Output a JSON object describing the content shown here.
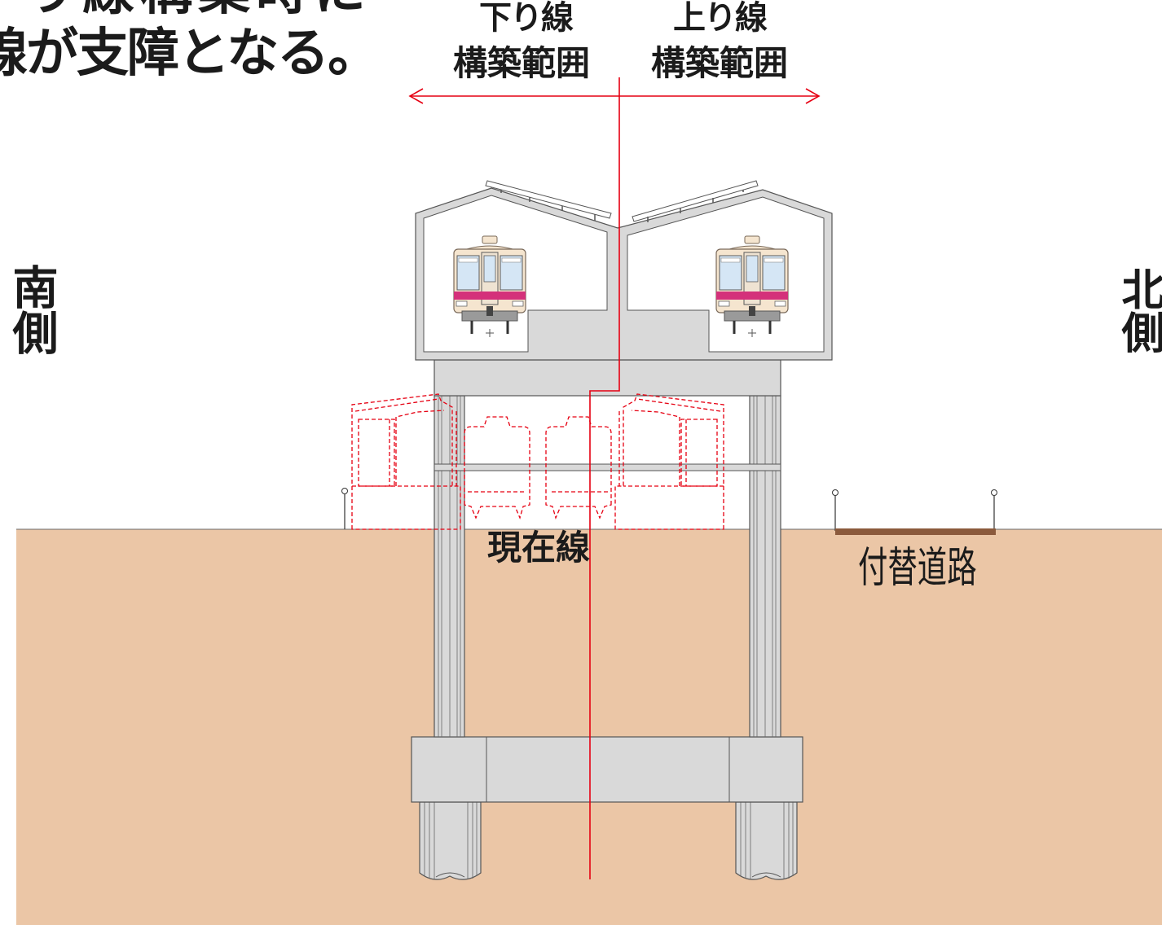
{
  "heading": {
    "line1": "り線構築時に",
    "line2": "線が支障となる。"
  },
  "construction_ranges": {
    "down": {
      "line": "下り線",
      "range": "構築範囲"
    },
    "up": {
      "line": "上り線",
      "range": "構築範囲"
    }
  },
  "sides": {
    "south": "南側",
    "north": "北側"
  },
  "labels": {
    "current_line": "現在線",
    "detour_road": "付替道路"
  },
  "colors": {
    "ground": "#EBC6A6",
    "concrete": "#D9D9D9",
    "marking_red": "#E60012",
    "road": "#8B5A3C",
    "train_stripe": "#D4317A"
  }
}
